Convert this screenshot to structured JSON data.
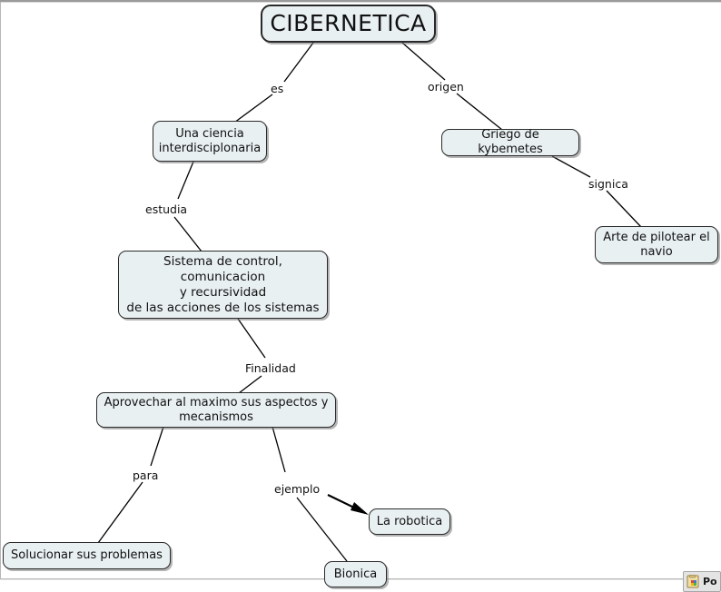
{
  "diagram": {
    "type": "concept-map",
    "title": "CIBERNETICA",
    "nodes": [
      {
        "id": "root",
        "label": "CIBERNETICA"
      },
      {
        "id": "ciencia",
        "label": "Una ciencia\ninterdisciplonaria"
      },
      {
        "id": "griego",
        "label": "Griego de kybemetes"
      },
      {
        "id": "arte",
        "label": "Arte de pilotear el\nnavio"
      },
      {
        "id": "sistema",
        "label": "Sistema de control, comunicacion\ny recursividad\nde las acciones de los sistemas"
      },
      {
        "id": "aprovechar",
        "label": "Aprovechar al maximo sus  aspectos y\nmecanismos"
      },
      {
        "id": "solucionar",
        "label": "Solucionar sus problemas"
      },
      {
        "id": "robotica",
        "label": "La robotica"
      },
      {
        "id": "bionica",
        "label": "Bionica"
      }
    ],
    "link_labels": [
      {
        "id": "es",
        "text": "es"
      },
      {
        "id": "origen",
        "text": "origen"
      },
      {
        "id": "signica",
        "text": "signica"
      },
      {
        "id": "estudia",
        "text": "estudia"
      },
      {
        "id": "finalidad",
        "text": "Finalidad"
      },
      {
        "id": "para",
        "text": "para"
      },
      {
        "id": "ejemplo",
        "text": "ejemplo"
      }
    ],
    "colors": {
      "node_fill": "#e9f0f2",
      "node_border": "#2a2a2a",
      "line": "#000000",
      "text": "#111111",
      "background": "#ffffff"
    }
  },
  "taskbar": {
    "item_label": "Po",
    "icon": "powerpoint-icon"
  }
}
